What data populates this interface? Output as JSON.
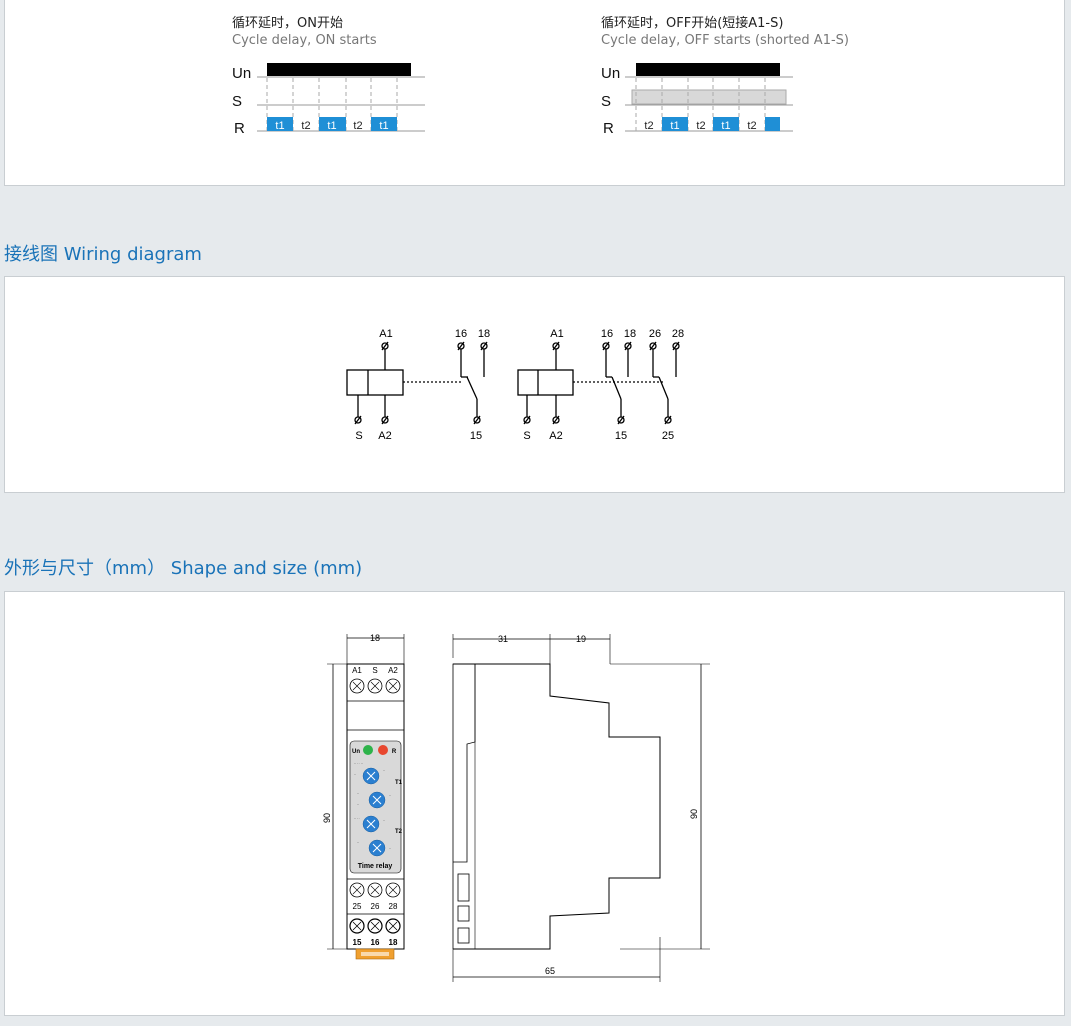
{
  "colors": {
    "accent": "#1a73b8",
    "pulse_blue": "#1f8fd6",
    "bar_black": "#000000",
    "bar_gray": "#d8d8d8",
    "led_green": "#2db34a",
    "led_red": "#e8472f",
    "knob_blue": "#2a7fd0",
    "foot_orange": "#f0a030"
  },
  "timing": {
    "left": {
      "title_zh": "循环延时，ON开始",
      "title_en": "Cycle delay, ON starts",
      "rows": [
        "Un",
        "S",
        "R"
      ],
      "pulses": [
        "t1",
        "t2",
        "t1",
        "t2",
        "t1"
      ]
    },
    "right": {
      "title_zh": "循环延时，OFF开始(短接A1-S)",
      "title_en": "Cycle delay, OFF starts (shorted A1-S)",
      "rows": [
        "Un",
        "S",
        "R"
      ],
      "pulses": [
        "t2",
        "t1",
        "t2",
        "t1",
        "t2"
      ]
    }
  },
  "wiring": {
    "heading": "接线图 Wiring diagram",
    "diagram1": {
      "top": "A1",
      "bottom_left": "S",
      "bottom_right": "A2",
      "contacts_top": [
        "16",
        "18"
      ],
      "contact_bottom": "15"
    },
    "diagram2": {
      "top": "A1",
      "bottom_left": "S",
      "bottom_right": "A2",
      "contacts_top": [
        "16",
        "18",
        "26",
        "28"
      ],
      "contacts_bottom": [
        "15",
        "25"
      ]
    }
  },
  "shape": {
    "heading": "外形与尺寸（mm） Shape and size (mm)",
    "front": {
      "width_dim": "18",
      "height_dim": "90",
      "top_terminals": [
        "A1",
        "S",
        "A2"
      ],
      "mid_terminals": [
        "25",
        "26",
        "28"
      ],
      "bottom_terminals": [
        "15",
        "16",
        "18"
      ],
      "led_left": "Un",
      "led_right": "R",
      "knob_labels": [
        "T1",
        "T2"
      ],
      "label": "Time relay"
    },
    "side": {
      "dim_top_left": "31",
      "dim_top_right": "19",
      "dim_height": "90",
      "dim_bottom": "65"
    }
  }
}
